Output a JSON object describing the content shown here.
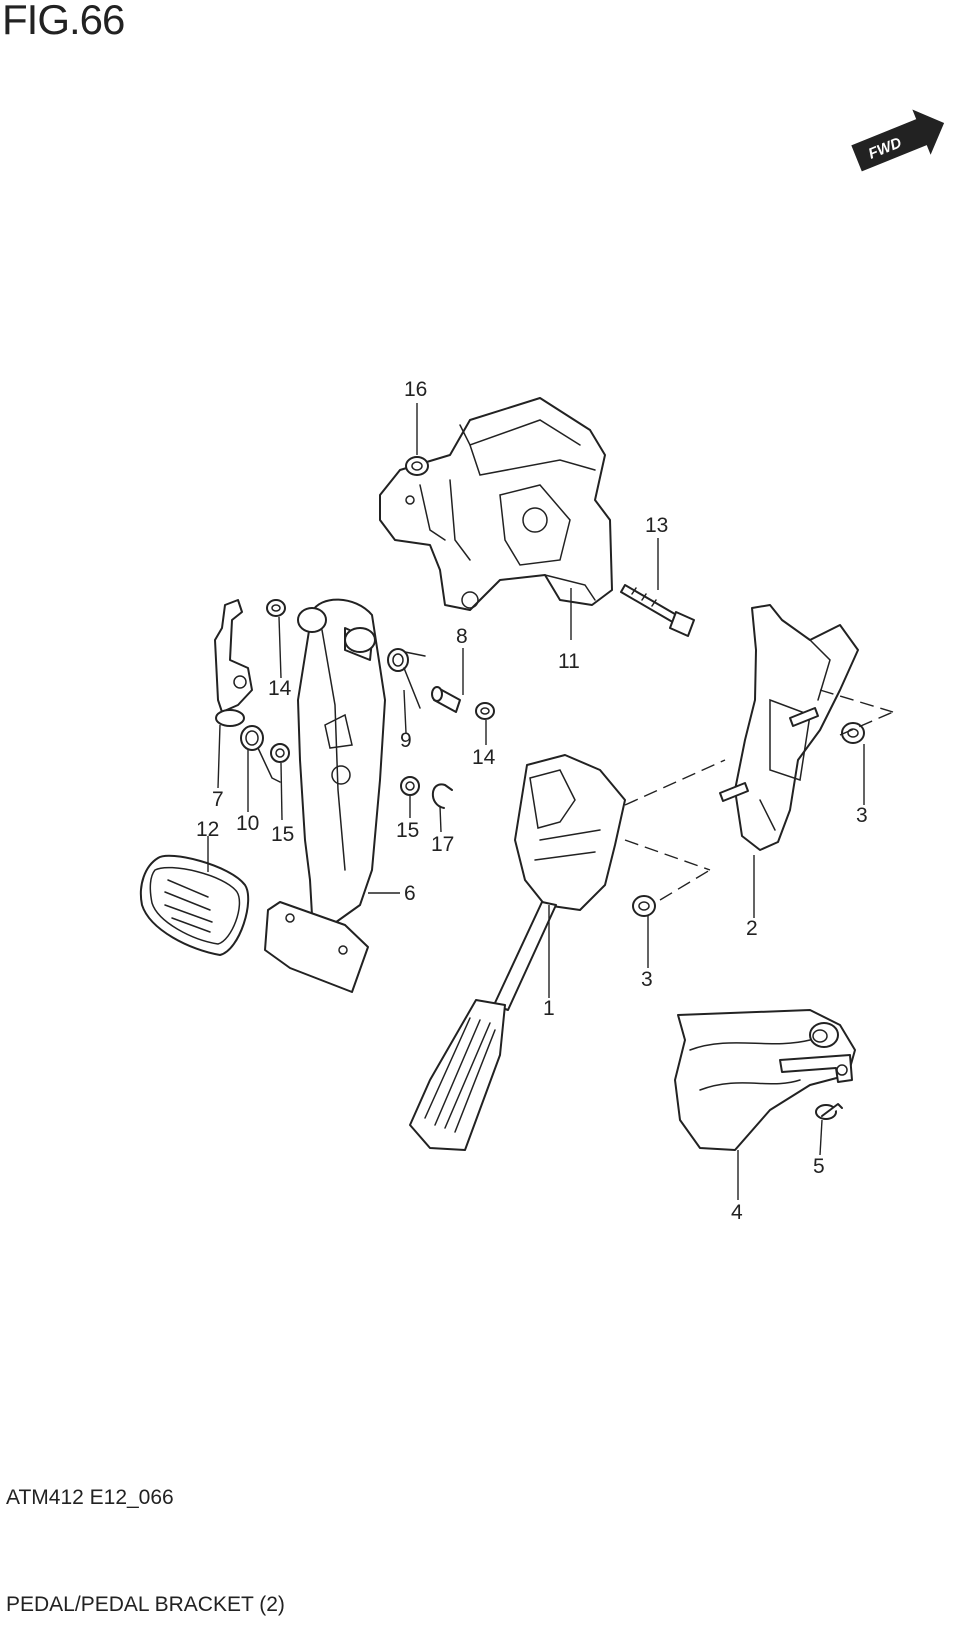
{
  "figure": {
    "title": "FIG.66"
  },
  "fwd_badge": {
    "label": "FWD"
  },
  "footer": {
    "code": "ATM412 E12_066",
    "description": "PEDAL/PEDAL BRACKET (2)"
  },
  "callouts": {
    "c1": "1",
    "c2": "2",
    "c3a": "3",
    "c3b": "3",
    "c4": "4",
    "c5": "5",
    "c6": "6",
    "c7": "7",
    "c8": "8",
    "c9": "9",
    "c10": "10",
    "c11": "11",
    "c12": "12",
    "c13": "13",
    "c14a": "14",
    "c14b": "14",
    "c15a": "15",
    "c15b": "15",
    "c16": "16",
    "c17": "17"
  }
}
